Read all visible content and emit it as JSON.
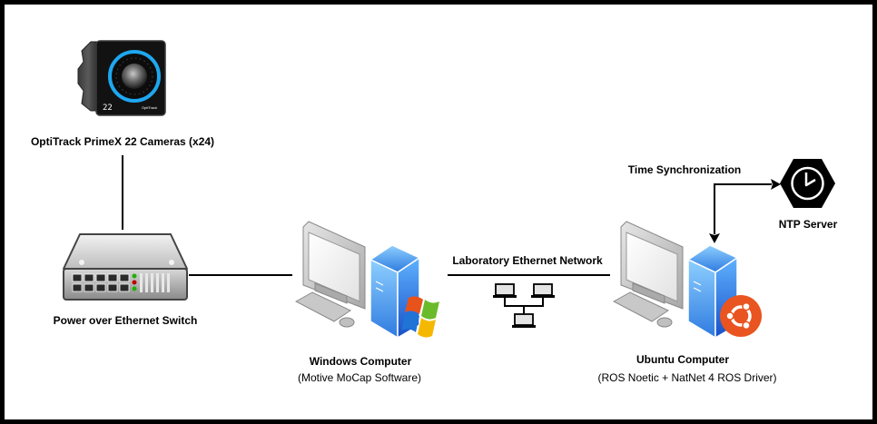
{
  "diagram": {
    "nodes": {
      "cameras": {
        "label": "OptiTrack PrimeX 22 Cameras (x24)",
        "icon": "motion-capture-camera",
        "display_number": "22",
        "brand_mark": "OptiTrack"
      },
      "switch": {
        "label": "Power over Ethernet Switch",
        "icon": "network-switch"
      },
      "windows": {
        "label": "Windows Computer",
        "sublabel": "(Motive MoCap Software)",
        "icon": "windows-desktop-computer"
      },
      "network": {
        "label": "Laboratory Ethernet Network",
        "icon": "network-laptops"
      },
      "ubuntu": {
        "label": "Ubuntu Computer",
        "sublabel": "(ROS Noetic + NatNet 4 ROS Driver)",
        "icon": "ubuntu-desktop-computer"
      },
      "ntp": {
        "label": "NTP Server",
        "icon": "clock-hexagon"
      }
    },
    "edges": [
      {
        "from": "cameras",
        "to": "switch",
        "label": ""
      },
      {
        "from": "switch",
        "to": "windows",
        "label": ""
      },
      {
        "from": "windows",
        "to": "ubuntu",
        "label": "Laboratory Ethernet Network"
      },
      {
        "from": "ubuntu",
        "to": "ntp",
        "label": "Time Synchronization",
        "bidirectional": true
      }
    ],
    "sync_label": "Time Synchronization"
  },
  "colors": {
    "border": "#000000",
    "camera_ring": "#1ea7f0",
    "ubuntu_orange": "#e95420",
    "tower_blue": "#3a8ee6",
    "led_green": "#1fb000",
    "led_red": "#c00000"
  }
}
